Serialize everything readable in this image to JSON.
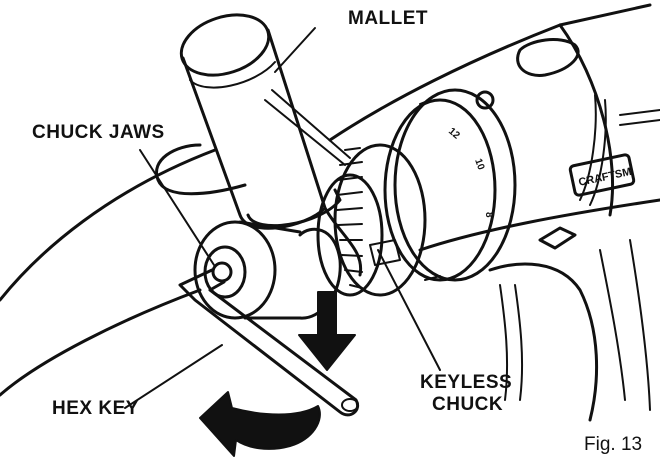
{
  "labels": {
    "mallet": "MALLET",
    "chuck_jaws": "CHUCK JAWS",
    "hex_key": "HEX KEY",
    "keyless_chuck_line1": "KEYLESS",
    "keyless_chuck_line2": "CHUCK"
  },
  "figure_caption": "Fig. 13",
  "drill": {
    "brand_text": "CRAFTSM",
    "dial_numbers": [
      "12",
      "10",
      "8"
    ]
  },
  "colors": {
    "ink": "#111111",
    "paper": "#ffffff"
  }
}
